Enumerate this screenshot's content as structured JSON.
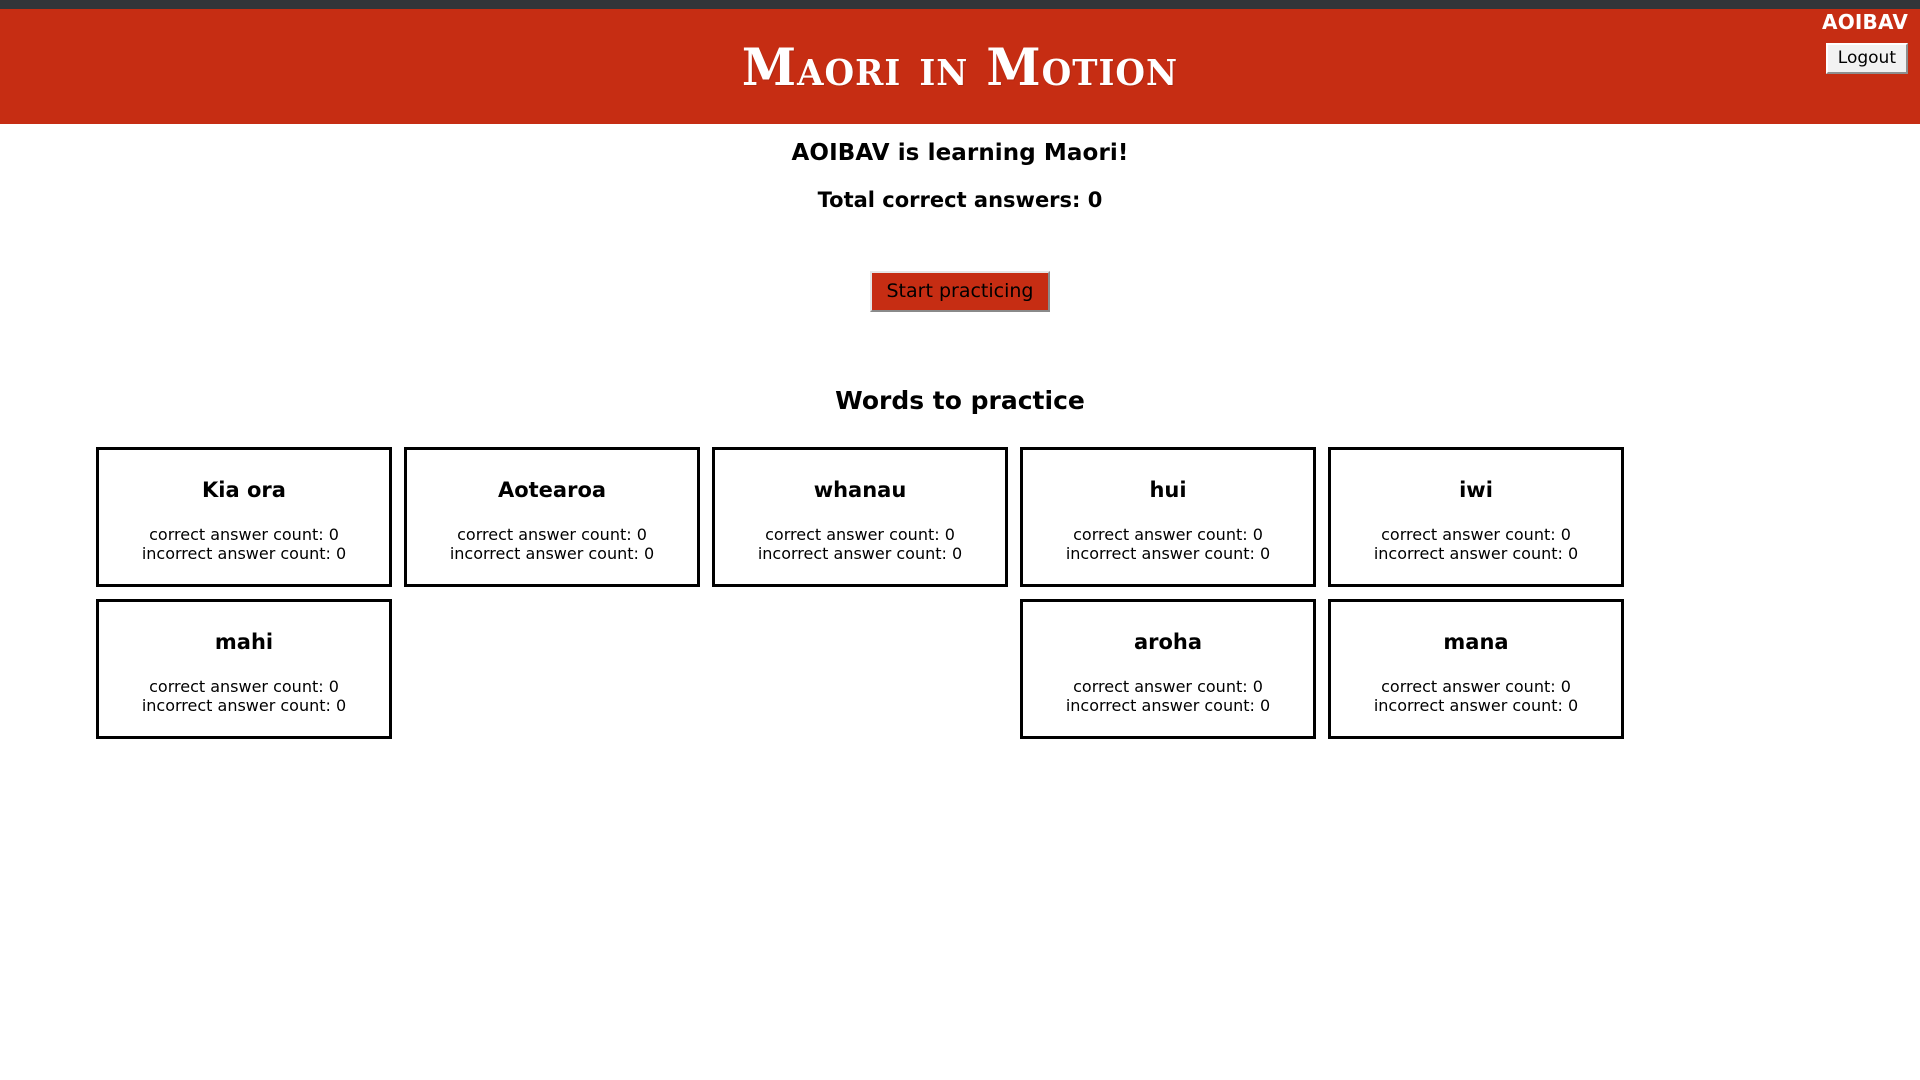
{
  "browser": {
    "chrome_bar_color": "#333539"
  },
  "header": {
    "title": "Maori in Motion",
    "brand_color": "#c62d13",
    "username": "AOIBAV",
    "logout_label": "Logout"
  },
  "main": {
    "learner_line": "AOIBAV is learning Maori!",
    "total_correct_line": "Total correct answers: 0",
    "start_button_label": "Start practicing",
    "words_heading": "Words to practice",
    "stat_labels": {
      "correct_prefix": "correct answer count:",
      "incorrect_prefix": "incorrect answer count:"
    },
    "words": [
      {
        "word": "Kia ora",
        "correct_line": "correct answer count: 0",
        "incorrect_line": "incorrect answer count: 0"
      },
      {
        "word": "Aotearoa",
        "correct_line": "correct answer count: 0",
        "incorrect_line": "incorrect answer count: 0"
      },
      {
        "word": "whanau",
        "correct_line": "correct answer count: 0",
        "incorrect_line": "incorrect answer count: 0"
      },
      {
        "word": "hui",
        "correct_line": "correct answer count: 0",
        "incorrect_line": "incorrect answer count: 0"
      },
      {
        "word": "iwi",
        "correct_line": "correct answer count: 0",
        "incorrect_line": "incorrect answer count: 0"
      },
      {
        "word": "mahi",
        "correct_line": "correct answer count: 0",
        "incorrect_line": "incorrect answer count: 0"
      },
      {
        "word": "aroha",
        "correct_line": "correct answer count: 0",
        "incorrect_line": "incorrect answer count: 0"
      },
      {
        "word": "mana",
        "correct_line": "correct answer count: 0",
        "incorrect_line": "incorrect answer count: 0"
      }
    ]
  }
}
